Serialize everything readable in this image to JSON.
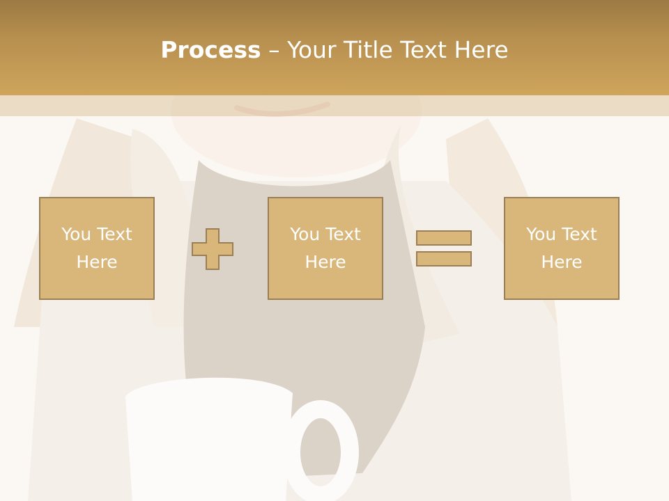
{
  "slide": {
    "title_bold": "Process",
    "title_rest": " – Your Title Text Here"
  },
  "process": {
    "boxes": [
      {
        "text": "You Text Here"
      },
      {
        "text": "You Text Here"
      },
      {
        "text": "You Text Here"
      }
    ],
    "operators": [
      "plus-icon",
      "equals-icon"
    ]
  },
  "colors": {
    "header": "#cfa55c",
    "box_fill": "#d9b67a",
    "box_border": "#9a7e56",
    "text": "#ffffff"
  }
}
